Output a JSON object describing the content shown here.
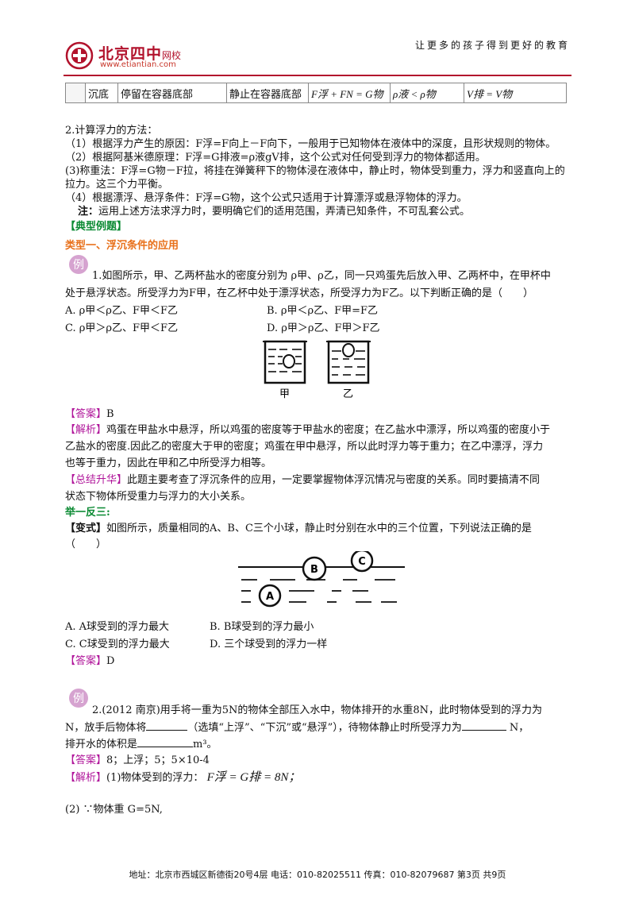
{
  "header": {
    "slogan": "让更多的孩子得到更好的教育",
    "logo_name": "北京四中",
    "logo_suffix": "网校",
    "logo_url": "www.etiantian.com"
  },
  "table_row": {
    "state": "沉底",
    "description": "停留在容器底部",
    "condition": "静止在容器底部",
    "force_eq": "F浮 + FN = G物",
    "density": "ρ液 < ρ物",
    "volume": "V排 = V物"
  },
  "methods": {
    "title": "2.计算浮力的方法：",
    "m1": "（1）根据浮力产生的原因：F浮=F向上－F向下，一般用于已知物体在液体中的深度，且形状规则的物体。",
    "m2": "（2）根据阿基米德原理：F浮=G排液=ρ液gV排，这个公式对任何受到浮力的物体都适用。",
    "m3a": "(3)称重法：F浮=G物－F拉，将挂在弹簧秤下的物体浸在液体中，静止时，物体受到重力，浮力和竖直向上的",
    "m3b": "拉力。这三个力平衡。",
    "m4": "（4）根据漂浮、悬浮条件：F浮=G物，这个公式只适用于计算漂浮或悬浮物体的浮力。",
    "note_label": "注：",
    "note": "运用上述方法求浮力时，要明确它们的适用范围，弄清已知条件，不可乱套公式。"
  },
  "section": {
    "typical": "【典型例题】",
    "type1": "类型一、浮沉条件的应用"
  },
  "ex1": {
    "stem_a": "1.如图所示，甲、乙两杯盐水的密度分别为 ρ甲、ρ乙，同一只鸡蛋先后放入甲、乙两杯中，在甲杯中",
    "stem_b": "处于悬浮状态。所受浮力为F甲，在乙杯中处于漂浮状态，所受浮力为F乙。以下判断正确的是（　　）",
    "opt_a": "A.  ρ甲＜ρ乙、F甲＜F乙",
    "opt_b": "B.  ρ甲＜ρ乙、F甲=F乙",
    "opt_c": "C.  ρ甲＞ρ乙、F甲＜F乙",
    "opt_d": "D.  ρ甲＞ρ乙、F甲＞F乙",
    "cup1": "甲",
    "cup2": "乙",
    "answer_label": "【答案】",
    "answer": "B",
    "analysis_label": "【解析】",
    "analysis_a": "鸡蛋在甲盐水中悬浮，所以鸡蛋的密度等于甲盐水的密度；在乙盐水中漂浮，所以鸡蛋的密度小于",
    "analysis_b": "乙盐水的密度.因此乙的密度大于甲的密度；鸡蛋在甲中悬浮，所以此时浮力等于重力；在乙中漂浮，浮力",
    "analysis_c": "也等于重力，因此在甲和乙中所受浮力相等。",
    "summary_label": "【总结升华】",
    "summary_a": "此题主要考查了浮沉条件的应用，一定要掌握物体浮沉情况与密度的关系。同时要搞清不同",
    "summary_b": "状态下物体所受重力与浮力的大小关系。"
  },
  "variant": {
    "heading": "举一反三:",
    "label": "【变式】",
    "stem_a": "如图所示，质量相同的A、B、C三个小球，静止时分别在水中的三个位置，下列说法正确的是",
    "stem_b": "（　　）",
    "ball_a": "A",
    "ball_b": "B",
    "ball_c": "C",
    "opt_a": "A. A球受到的浮力最大",
    "opt_b": "B. B球受到的浮力最小",
    "opt_c": "C. C球受到的浮力最大",
    "opt_d": "D.  三个球受到的浮力一样",
    "answer_label": "【答案】",
    "answer": "D"
  },
  "ex2": {
    "stem_a": "2.(2012 南京)用手将一重为5N的物体全部压入水中，物体排开的水重8N，此时物体受到的浮力为",
    "stem_b1": "N，放手后物体将",
    "stem_b2": "（选填“上浮”、“下沉”或“悬浮”），待物体静止时所受浮力为",
    "stem_b3": "N，",
    "stem_c1": "排开水的体积是",
    "stem_c2": "m³。",
    "answer_label": "【答案】",
    "answer": "8；上浮；5；5×10-4",
    "analysis_label": "【解析】",
    "analysis_1": "(1)物体受到的浮力：",
    "formula": "F浮 = G排 = 8N；",
    "analysis_2": "(2) ∵物体重 G=5N,"
  },
  "badge_text": "例",
  "footer": "地址：北京市西城区新德街20号4层  电话：010-82025511  传真：010-82079687   第3页  共9页"
}
